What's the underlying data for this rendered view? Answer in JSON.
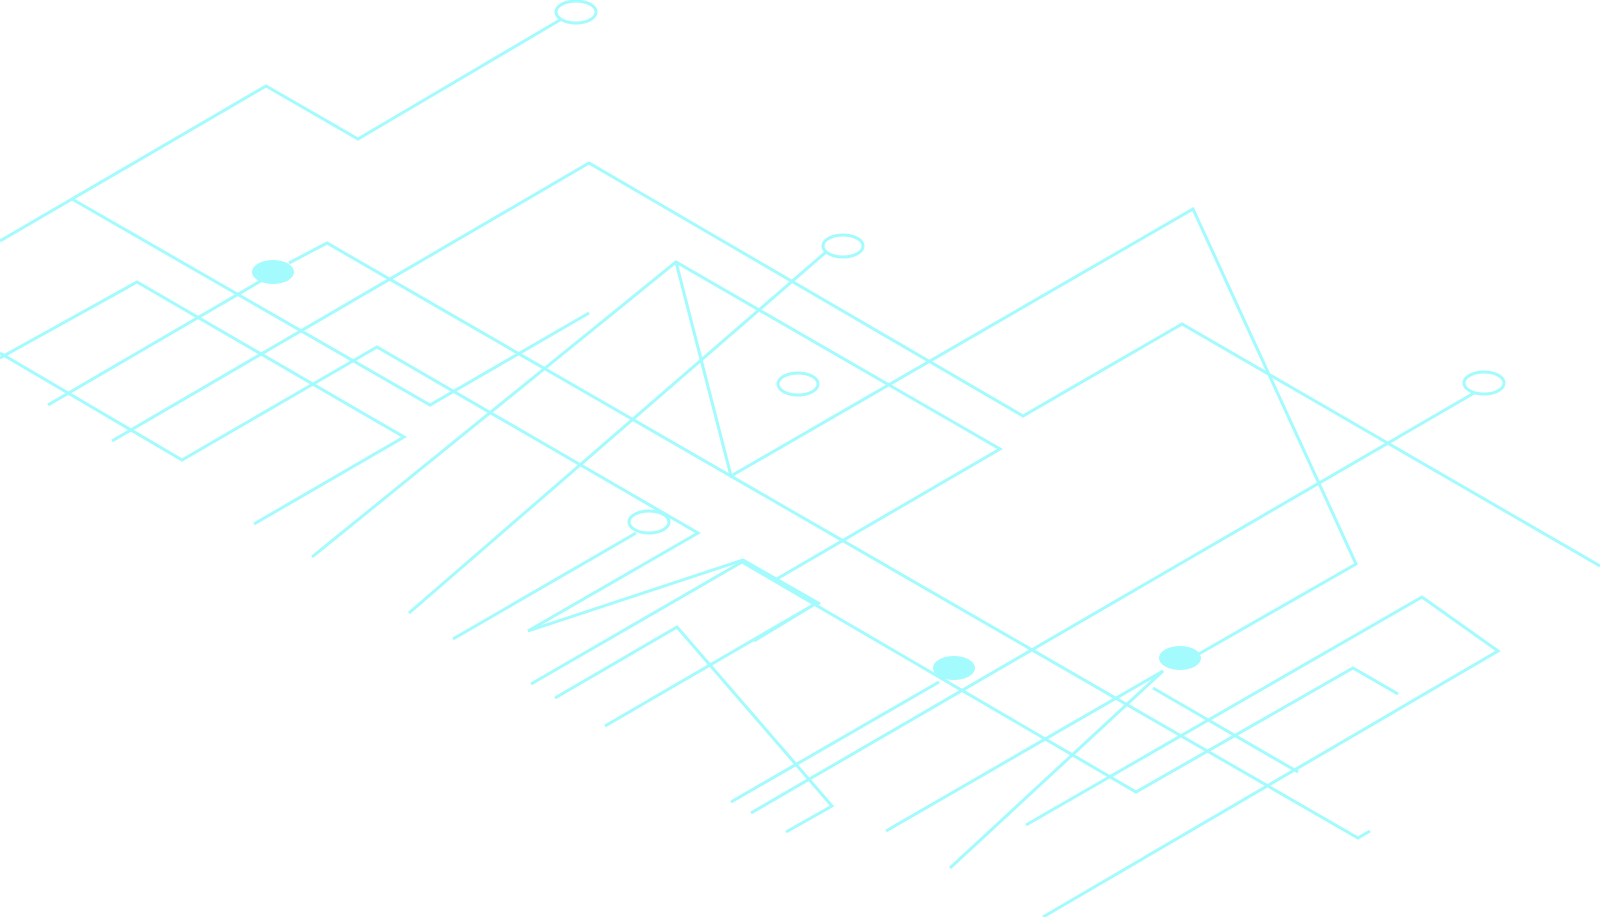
{
  "colors": {
    "background": "#ffffff",
    "trace": "#a3fbfd"
  },
  "decoration": {
    "motif": "isometric-circuit-lines",
    "node_types": [
      "hollow-ring",
      "filled-dot"
    ]
  }
}
